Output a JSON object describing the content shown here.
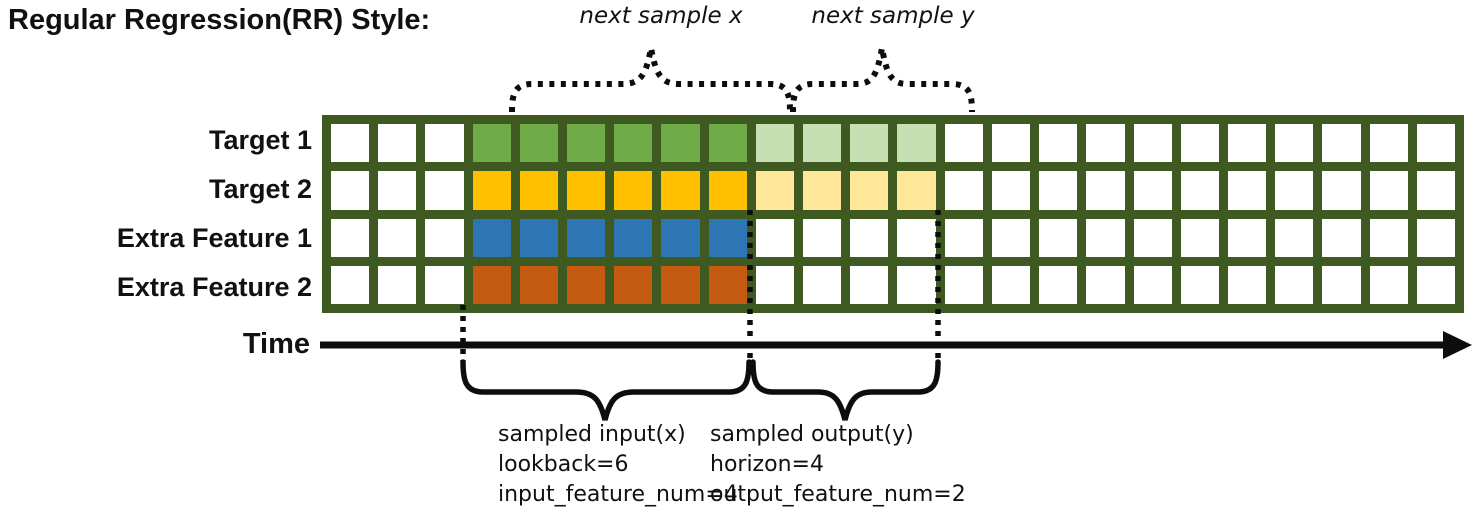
{
  "title": "Regular Regression(RR) Style:",
  "annotations": {
    "next_sample_x": "next sample x",
    "next_sample_y": "next sample y",
    "time": "Time"
  },
  "input_summary": {
    "line1": "sampled input(x)",
    "line2": "lookback=6",
    "line3": "input_feature_num=4"
  },
  "output_summary": {
    "line1": "sampled output(y)",
    "line2": "horizon=4",
    "line3": "output_feature_num=2"
  },
  "grid": {
    "total_columns": 24,
    "lead_empty_columns": 3,
    "lookback": 6,
    "horizon": 4,
    "line_color": "#3E5A21",
    "empty_cell_color": "#FFFFFF",
    "rows": [
      {
        "label": "Target 1",
        "role": "target",
        "input_color": "#6FAC47",
        "output_color": "#C6E0B4"
      },
      {
        "label": "Target 2",
        "role": "target",
        "input_color": "#FFC000",
        "output_color": "#FFE699"
      },
      {
        "label": "Extra Feature 1",
        "role": "extra-feature",
        "input_color": "#2E75B6",
        "output_color": null
      },
      {
        "label": "Extra Feature 2",
        "role": "extra-feature",
        "input_color": "#C55A11",
        "output_color": null
      }
    ]
  },
  "colors": {
    "stroke": "#0D0D0D"
  }
}
